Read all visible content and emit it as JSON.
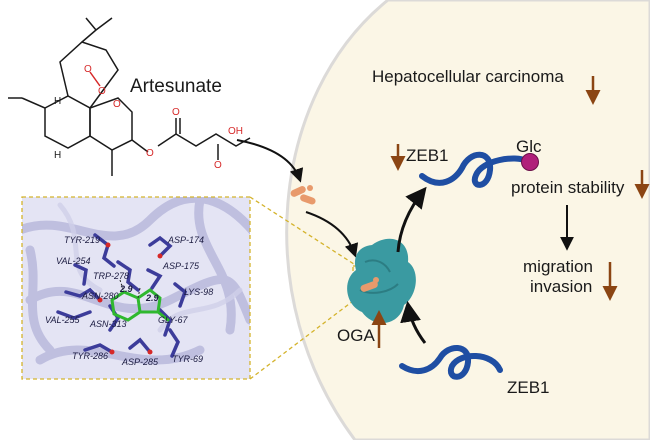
{
  "drug": {
    "name": "Artesunate",
    "atoms": {
      "o": "O",
      "h": "H",
      "oh": "OH"
    }
  },
  "cell": {
    "title": "Hepatocellular carcinoma",
    "zeb1_top": "ZEB1",
    "glc": "Glc",
    "protein_stability": "protein stability",
    "migration": "migration",
    "invasion": "invasion",
    "oga": "OGA",
    "zeb1_bottom": "ZEB1"
  },
  "docking": {
    "residues": [
      "TYR-219",
      "ASP-174",
      "VAL-254",
      "TRP-278",
      "ASP-175",
      "ASN-280",
      "LYS-98",
      "VAL-255",
      "ASN-313",
      "GLY-67",
      "TYR-286",
      "ASP-285",
      "TYR-69"
    ],
    "distances": [
      "2.9",
      "2.9"
    ]
  },
  "colors": {
    "cell_fill": "#fbf6e6",
    "cell_edge": "#dcdad8",
    "arrow_down": "#8b4513",
    "zeb1_strand": "#1f4ea3",
    "glc": "#b01f7a",
    "oga": "#3a9aa1",
    "ligand": "#e89a6c",
    "dashed_box": "#d4b32c",
    "docking_bg": "#e4e4f4",
    "stick": "#3c3c9a",
    "ligand_stick": "#2fb82f"
  }
}
